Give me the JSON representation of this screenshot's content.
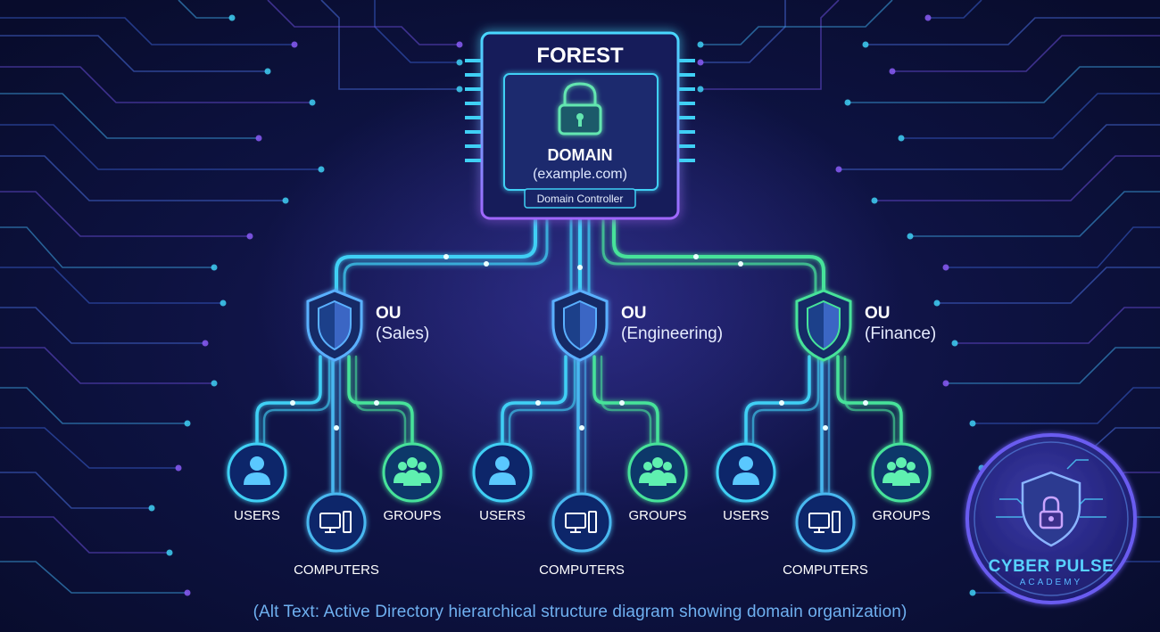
{
  "forest": {
    "label": "FOREST"
  },
  "domain": {
    "label": "DOMAIN",
    "name": "(example.com)",
    "controller": "Domain Controller"
  },
  "ous": [
    {
      "label": "OU",
      "name": "(Sales)",
      "users": "USERS",
      "computers": "COMPUTERS",
      "groups": "GROUPS"
    },
    {
      "label": "OU",
      "name": "(Engineering)",
      "users": "USERS",
      "computers": "COMPUTERS",
      "groups": "GROUPS"
    },
    {
      "label": "OU",
      "name": "(Finance)",
      "users": "USERS",
      "computers": "COMPUTERS",
      "groups": "GROUPS"
    }
  ],
  "logo": {
    "line1": "CYBER PULSE",
    "line2": "ACADEMY"
  },
  "caption": "(Alt Text: Active Directory hierarchical structure diagram showing domain organization)",
  "colors": {
    "cyan": "#3fd0f5",
    "violet": "#8a5cf6",
    "green": "#47e39a",
    "blue": "#4a9cf0"
  },
  "icons": {
    "domain": "padlock-icon",
    "ou": "shield-icon",
    "users": "user-icon",
    "computers": "computer-icon",
    "groups": "group-icon"
  }
}
